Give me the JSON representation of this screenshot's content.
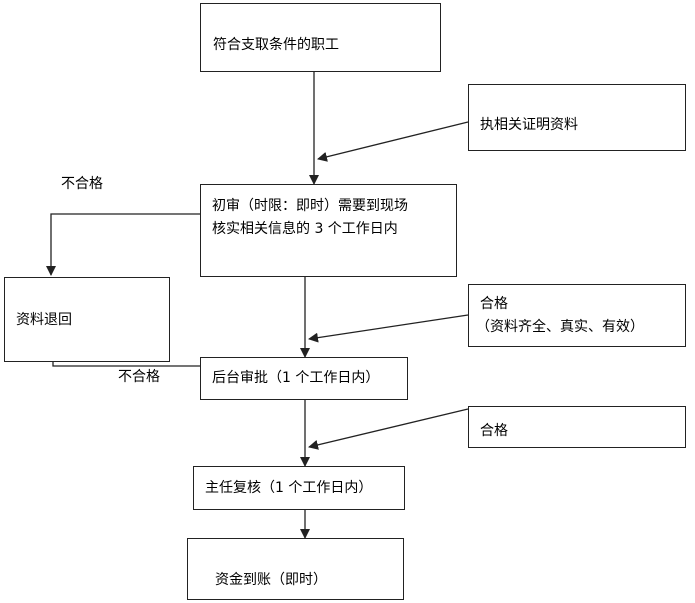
{
  "nodes": {
    "eligible_staff": "符合支取条件的职工",
    "documents": "执相关证明资料",
    "first_review_line1": "初审（时限：即时）需要到现场",
    "first_review_line2": "核实相关信息的 3 个工作日内",
    "returned": "资料退回",
    "qualified_1_line1": "合格",
    "qualified_1_line2": "（资料齐全、真实、有效）",
    "backend_approval": "后台审批（1 个工作日内）",
    "qualified_2": "合格",
    "director_review": "主任复核（1 个工作日内）",
    "funds_received": "资金到账（即时）"
  },
  "edge_labels": {
    "fail_1": "不合格",
    "fail_2": "不合格"
  }
}
